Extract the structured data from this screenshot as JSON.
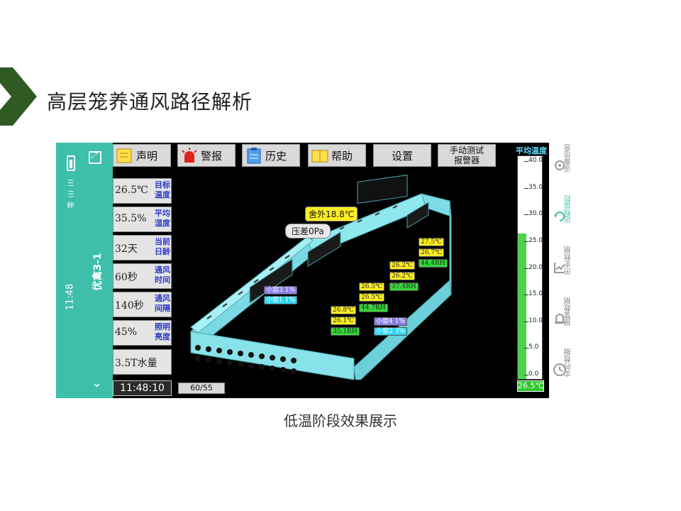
{
  "slide": {
    "title": "高层笼养通风路径解析",
    "caption": "低温阶段效果展示"
  },
  "app": {
    "status_strip": {
      "time": "11:48",
      "house_name": "优禽3-1",
      "system_icons": "零 ill ill"
    },
    "toolbar": {
      "statement": "声明",
      "alarm": "警报",
      "history": "历史",
      "help": "帮助",
      "settings": "设置",
      "manual_test_line1": "手动测试",
      "manual_test_line2": "报警器"
    },
    "params": [
      {
        "value": "26.5℃",
        "label": "目标温度"
      },
      {
        "value": "35.5%",
        "label": "平均湿度"
      },
      {
        "value": "32天",
        "label": "当前日龄"
      },
      {
        "value": "60秒",
        "label": "通风时间"
      },
      {
        "value": "140秒",
        "label": "通风间隔"
      },
      {
        "value": "45%",
        "label": "照明亮度"
      }
    ],
    "water": "3.5T水量",
    "clock": "11:48:10",
    "counter": "60/55",
    "scene": {
      "outside_temp": "舍外18.8℃",
      "pressure": "压差0Pa",
      "sensors": [
        {
          "t1": "27.5℃",
          "t2": "26.7℃",
          "h": "44.4RH"
        },
        {
          "t1": "26.2℃",
          "t2": "26.2℃",
          "h": "37.4RH"
        },
        {
          "t1": "26.5℃",
          "t2": "26.5℃",
          "h": "44.7RH"
        },
        {
          "t1": "26.8℃",
          "t2": "26.1℃",
          "h": "35.1RH"
        }
      ],
      "windows": [
        {
          "a": "小窗3 1%",
          "b": "小窗1 1%"
        },
        {
          "a": "小窗4 1%",
          "b": "小窗2 3%"
        }
      ]
    },
    "thermometer": {
      "title": "平均温度",
      "ticks": [
        "40.0",
        "35.0",
        "30.0",
        "25.0",
        "20.0",
        "15.0",
        "10.0",
        "5.0",
        "0.0"
      ],
      "value": "26.5℃",
      "level": 26.5
    }
  },
  "nav": [
    {
      "label": "设备信息",
      "icon": "gear-icon",
      "active": false
    },
    {
      "label": "远程监控",
      "icon": "refresh-icon",
      "active": true
    },
    {
      "label": "历史数据",
      "icon": "chart-icon",
      "active": false
    },
    {
      "label": "报警数据",
      "icon": "bell-icon",
      "active": false
    },
    {
      "label": "实时数据",
      "icon": "clock-icon",
      "active": false
    }
  ],
  "colors": {
    "accent": "#3dbfaa",
    "chevron": "#2f5a24"
  }
}
